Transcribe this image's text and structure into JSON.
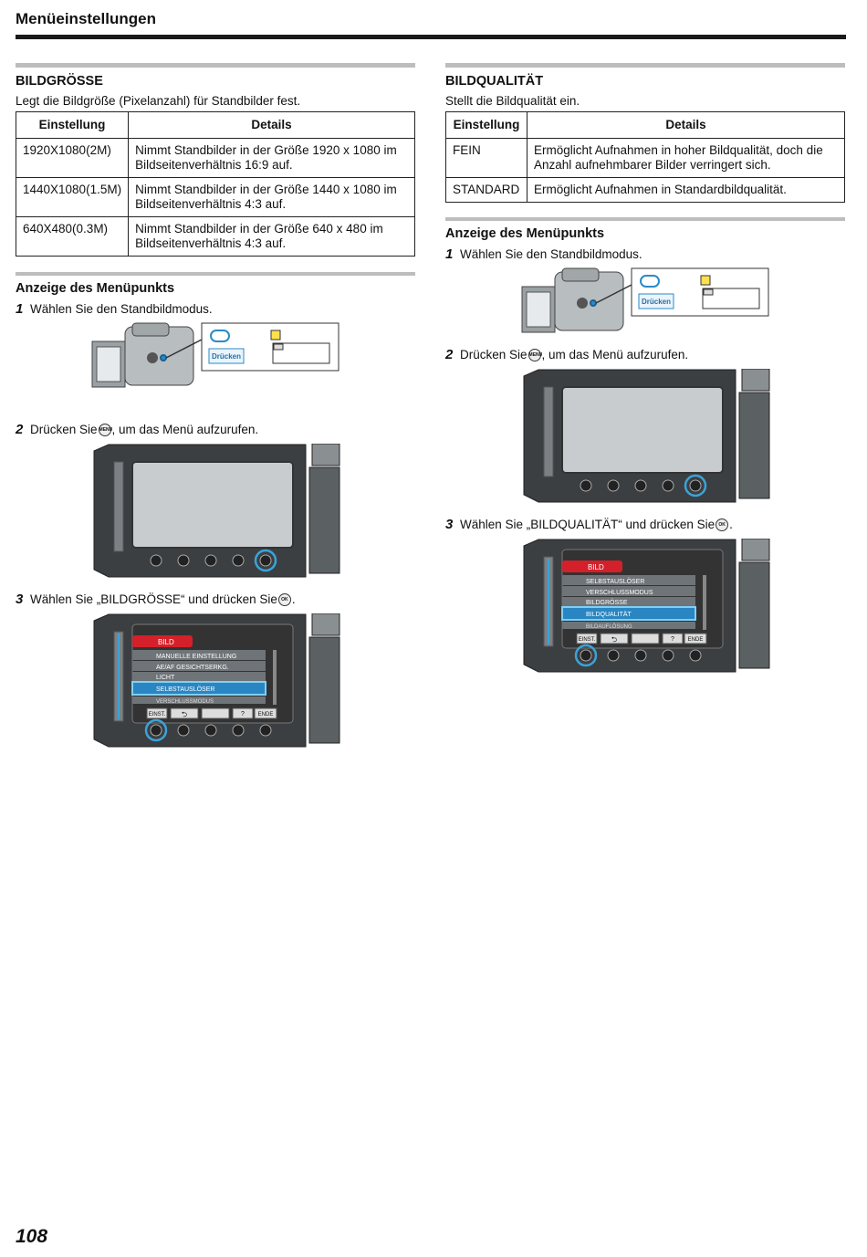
{
  "header": {
    "title": "Menüeinstellungen"
  },
  "left": {
    "section_title": "BILDGRÖSSE",
    "section_desc": "Legt die Bildgröße (Pixelanzahl) für Standbilder fest.",
    "table": {
      "col_setting": "Einstellung",
      "col_details": "Details",
      "rows": [
        {
          "setting": "1920X1080(2M)",
          "details": "Nimmt Standbilder in der Größe 1920 x 1080 im Bildseitenverhältnis 16:9 auf."
        },
        {
          "setting": "1440X1080(1.5M)",
          "details": "Nimmt Standbilder in der Größe 1440 x 1080 im Bildseitenverhältnis 4:3 auf."
        },
        {
          "setting": "640X480(0.3M)",
          "details": "Nimmt Standbilder in der Größe 640 x 480 im Bildseitenverhältnis 4:3 auf."
        }
      ]
    },
    "menu_title": "Anzeige des Menüpunkts",
    "steps": [
      {
        "num": "1",
        "before": "Wählen Sie den Standbildmodus.",
        "icon": "",
        "after": ""
      },
      {
        "num": "2",
        "before": "Drücken Sie",
        "icon": "MENU",
        "after": ", um das Menü aufzurufen."
      },
      {
        "num": "3",
        "before": "Wählen Sie „BILDGRÖSSE“ und drücken Sie",
        "icon": "OK",
        "after": "."
      }
    ],
    "camera_label": "Drücken",
    "menu_screen": {
      "header": "BILD",
      "items": [
        "MANUELLE EINSTELLUNG",
        "AE/AF GESICHTSERKG.",
        "LICHT",
        "SELBSTAUSLÖSER",
        "VERSCHLUSSMODUS"
      ],
      "footer": [
        "EINST.",
        "?",
        "ENDE"
      ]
    }
  },
  "right": {
    "section_title": "BILDQUALITÄT",
    "section_desc": "Stellt die Bildqualität ein.",
    "table": {
      "col_setting": "Einstellung",
      "col_details": "Details",
      "rows": [
        {
          "setting": "FEIN",
          "details": "Ermöglicht Aufnahmen in hoher Bildqualität, doch die Anzahl aufnehmbarer Bilder verringert sich."
        },
        {
          "setting": "STANDARD",
          "details": "Ermöglicht Aufnahmen in Standardbildqualität."
        }
      ]
    },
    "menu_title": "Anzeige des Menüpunkts",
    "steps": [
      {
        "num": "1",
        "before": "Wählen Sie den Standbildmodus.",
        "icon": "",
        "after": ""
      },
      {
        "num": "2",
        "before": "Drücken Sie",
        "icon": "MENU",
        "after": ", um das Menü aufzurufen."
      },
      {
        "num": "3",
        "before": "Wählen Sie „BILDQUALITÄT“ und drücken Sie",
        "icon": "OK",
        "after": "."
      }
    ],
    "camera_label": "Drücken",
    "menu_screen": {
      "header": "BILD",
      "items": [
        "SELBSTAUSLÖSER",
        "VERSCHLUSSMODUS",
        "BILDGRÖSSE",
        "BILDQUALITÄT",
        "BILDAUFLÖSUNG"
      ],
      "footer": [
        "EINST.",
        "?",
        "ENDE"
      ]
    }
  },
  "footer": {
    "page_number": "108"
  }
}
